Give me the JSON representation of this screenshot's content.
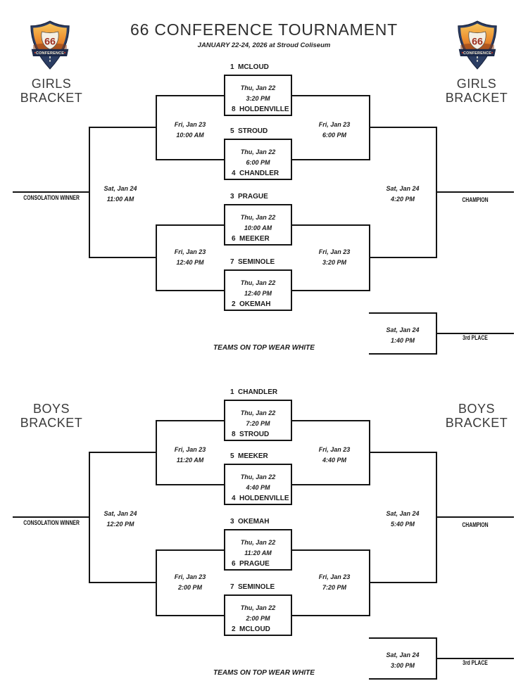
{
  "header": {
    "title": "66 CONFERENCE TOURNAMENT",
    "subtitle": "JANUARY 22-24, 2026 at Stroud Coliseum",
    "logo": {
      "number": "66",
      "banner": "CONFERENCE"
    }
  },
  "colors": {
    "line": "#141414",
    "logo_navy": "#2b3d63",
    "logo_red": "#9c2d1f",
    "logo_orange": "#ee9333"
  },
  "girls": {
    "side_title_line1": "GIRLS",
    "side_title_line2": "BRACKET",
    "games": [
      {
        "top_seed": "1",
        "top_team": "MCLOUD",
        "date": "Thu, Jan 22",
        "time": "3:20 PM",
        "bottom_seed": "8",
        "bottom_team": "HOLDENVILLE"
      },
      {
        "top_seed": "5",
        "top_team": "STROUD",
        "date": "Thu, Jan 22",
        "time": "6:00 PM",
        "bottom_seed": "4",
        "bottom_team": "CHANDLER"
      },
      {
        "top_seed": "3",
        "top_team": "PRAGUE",
        "date": "Thu, Jan 22",
        "time": "10:00 AM",
        "bottom_seed": "6",
        "bottom_team": "MEEKER"
      },
      {
        "top_seed": "7",
        "top_team": "SEMINOLE",
        "date": "Thu, Jan 22",
        "time": "12:40 PM",
        "bottom_seed": "2",
        "bottom_team": "OKEMAH"
      }
    ],
    "consolation_semi_top": {
      "date": "Fri, Jan 23",
      "time": "10:00 AM"
    },
    "consolation_semi_bottom": {
      "date": "Fri, Jan 23",
      "time": "12:40 PM"
    },
    "consolation_final": {
      "date": "Sat, Jan 24",
      "time": "11:00 AM"
    },
    "semifinal_top": {
      "date": "Fri, Jan 23",
      "time": "6:00 PM"
    },
    "semifinal_bottom": {
      "date": "Fri, Jan 23",
      "time": "3:20 PM"
    },
    "championship": {
      "date": "Sat, Jan 24",
      "time": "4:20 PM"
    },
    "third_place_game": {
      "date": "Sat, Jan 24",
      "time": "1:40 PM"
    },
    "consolation_winner_label": "CONSOLATION WINNER",
    "champion_label": "CHAMPION",
    "third_place_label": "3rd PLACE",
    "note": "TEAMS ON TOP WEAR WHITE"
  },
  "boys": {
    "side_title_line1": "BOYS",
    "side_title_line2": "BRACKET",
    "games": [
      {
        "top_seed": "1",
        "top_team": "CHANDLER",
        "date": "Thu, Jan 22",
        "time": "7:20 PM",
        "bottom_seed": "8",
        "bottom_team": "STROUD"
      },
      {
        "top_seed": "5",
        "top_team": "MEEKER",
        "date": "Thu, Jan 22",
        "time": "4:40 PM",
        "bottom_seed": "4",
        "bottom_team": "HOLDENVILLE"
      },
      {
        "top_seed": "3",
        "top_team": "OKEMAH",
        "date": "Thu, Jan 22",
        "time": "11:20 AM",
        "bottom_seed": "6",
        "bottom_team": "PRAGUE"
      },
      {
        "top_seed": "7",
        "top_team": "SEMINOLE",
        "date": "Thu, Jan 22",
        "time": "2:00 PM",
        "bottom_seed": "2",
        "bottom_team": "MCLOUD"
      }
    ],
    "consolation_semi_top": {
      "date": "Fri, Jan 23",
      "time": "11:20 AM"
    },
    "consolation_semi_bottom": {
      "date": "Fri, Jan 23",
      "time": "2:00 PM"
    },
    "consolation_final": {
      "date": "Sat, Jan 24",
      "time": "12:20 PM"
    },
    "semifinal_top": {
      "date": "Fri, Jan 23",
      "time": "4:40 PM"
    },
    "semifinal_bottom": {
      "date": "Fri, Jan 23",
      "time": "7:20 PM"
    },
    "championship": {
      "date": "Sat, Jan 24",
      "time": "5:40 PM"
    },
    "third_place_game": {
      "date": "Sat, Jan 24",
      "time": "3:00 PM"
    },
    "consolation_winner_label": "CONSOLATION WINNER",
    "champion_label": "CHAMPION",
    "third_place_label": "3rd PLACE",
    "note": "TEAMS ON TOP WEAR WHITE"
  }
}
